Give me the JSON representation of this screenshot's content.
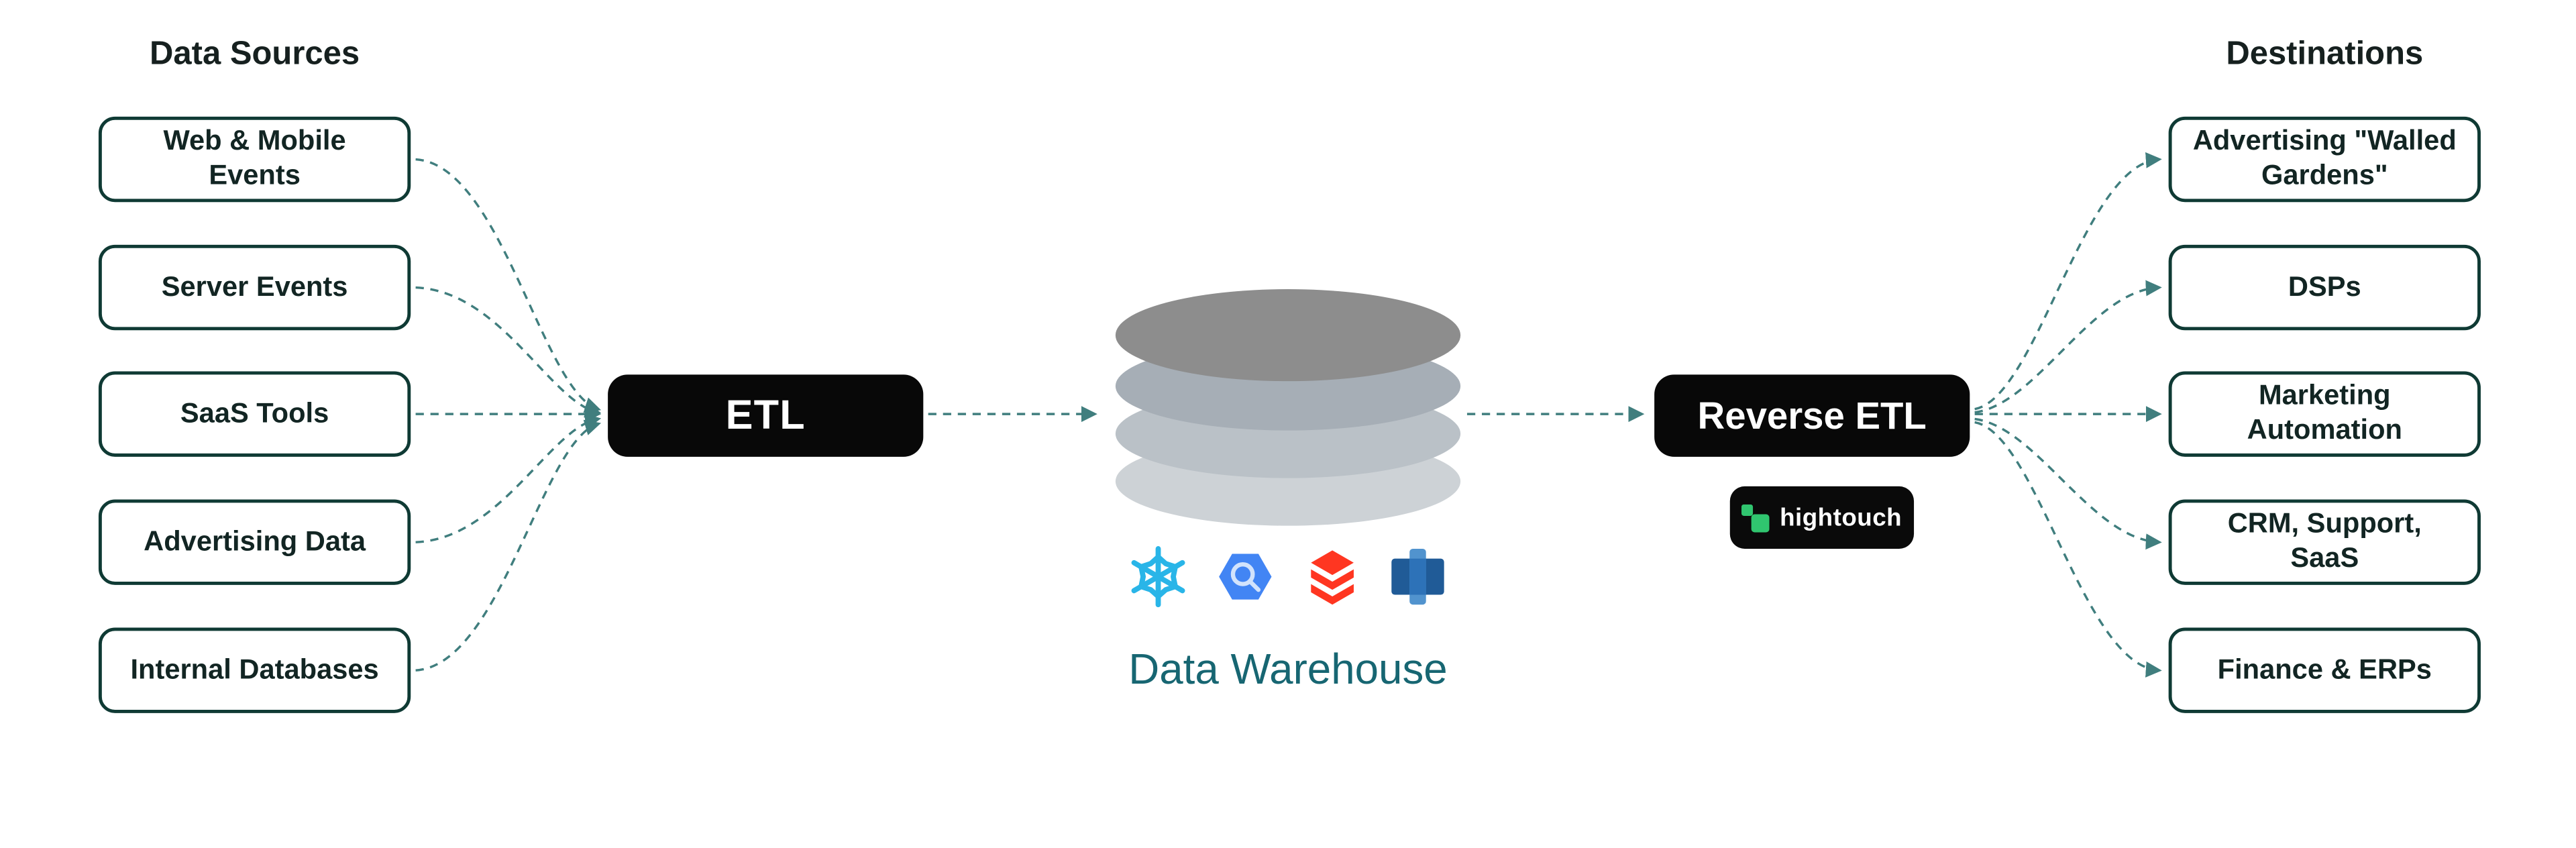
{
  "titles": {
    "sources": "Data Sources",
    "destinations": "Destinations"
  },
  "sources": {
    "items": [
      "Web & Mobile Events",
      "Server Events",
      "SaaS Tools",
      "Advertising Data",
      "Internal Databases"
    ]
  },
  "destinations": {
    "items": [
      "Advertising \"Walled Gardens\"",
      "DSPs",
      "Marketing Automation",
      "CRM, Support, SaaS",
      "Finance & ERPs"
    ]
  },
  "pipeline": {
    "etl_label": "ETL",
    "reverse_etl_label": "Reverse ETL",
    "warehouse_label": "Data Warehouse",
    "hightouch_label": "hightouch"
  },
  "icons": {
    "warehouse_logos": [
      "snowflake-icon",
      "bigquery-icon",
      "databricks-icon",
      "redshift-icon"
    ],
    "warehouse_shape": "database-cylinder-icon",
    "hightouch_logo": "hightouch-logo-icon"
  },
  "colors": {
    "box_border": "#0f3a34",
    "box_text": "#122523",
    "connector": "#407e7e",
    "pill_bg": "#080808",
    "warehouse_label": "#176672",
    "hightouch_green": "#30c56f",
    "snowflake_blue": "#29b5e8",
    "bigquery_blue": "#4285f4",
    "databricks_red": "#ff3621",
    "redshift_blue": "#205b97",
    "cylinder_top": "#8d8d8d",
    "cylinder_bottom": "#cdd2d6"
  }
}
